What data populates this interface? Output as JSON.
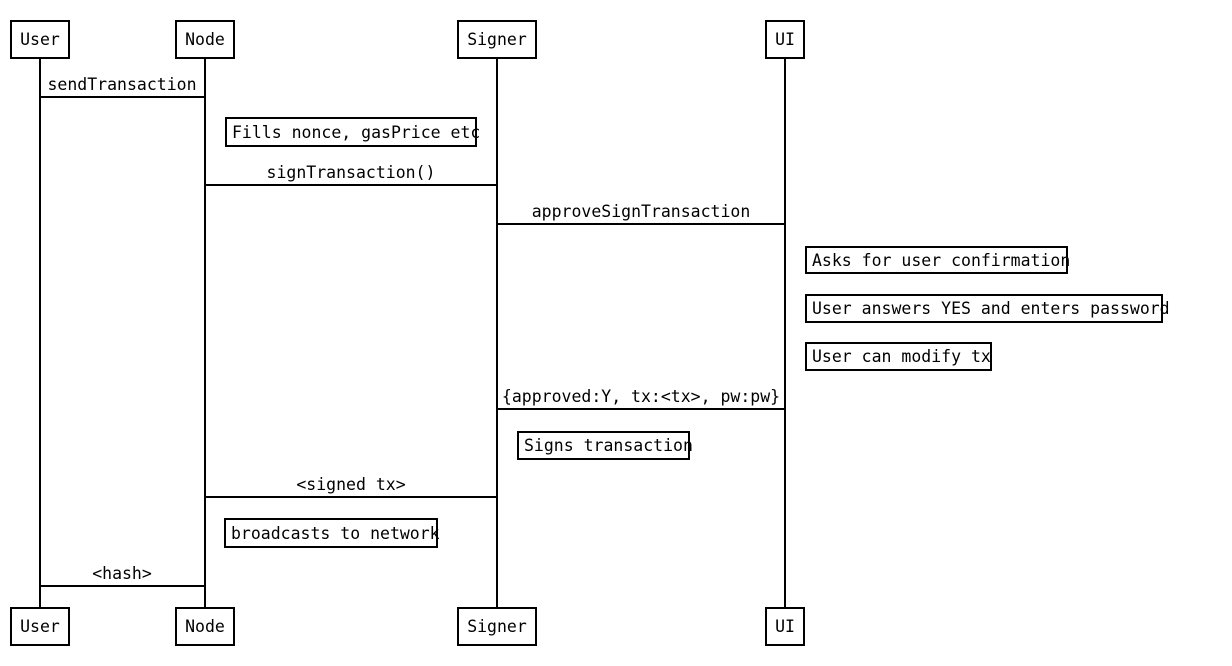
{
  "diagram": {
    "kind": "sequence-diagram",
    "background_color": "#ffffff",
    "stroke_color": "#000000",
    "text_color": "#000000"
  },
  "actors": [
    {
      "name": "User"
    },
    {
      "name": "Node"
    },
    {
      "name": "Signer"
    },
    {
      "name": "UI"
    }
  ],
  "messages": [
    {
      "from": "User",
      "to": "Node",
      "label": "sendTransaction"
    },
    {
      "from": "Node",
      "to": "Signer",
      "label": "signTransaction()"
    },
    {
      "from": "Signer",
      "to": "UI",
      "label": "approveSignTransaction"
    },
    {
      "from": "UI",
      "to": "Signer",
      "label": "{approved:Y, tx:<tx>, pw:pw}"
    },
    {
      "from": "Signer",
      "to": "Node",
      "label": "<signed tx>"
    },
    {
      "from": "Node",
      "to": "User",
      "label": "<hash>"
    }
  ],
  "notes": [
    {
      "actor": "Node",
      "label": "Fills nonce, gasPrice etc"
    },
    {
      "actor": "UI",
      "label": "Asks for user confirmation"
    },
    {
      "actor": "UI",
      "label": "User answers YES and enters password"
    },
    {
      "actor": "UI",
      "label": "User can modify tx"
    },
    {
      "actor": "Signer",
      "label": "Signs transaction"
    },
    {
      "actor": "Node",
      "label": "broadcasts to network"
    }
  ]
}
